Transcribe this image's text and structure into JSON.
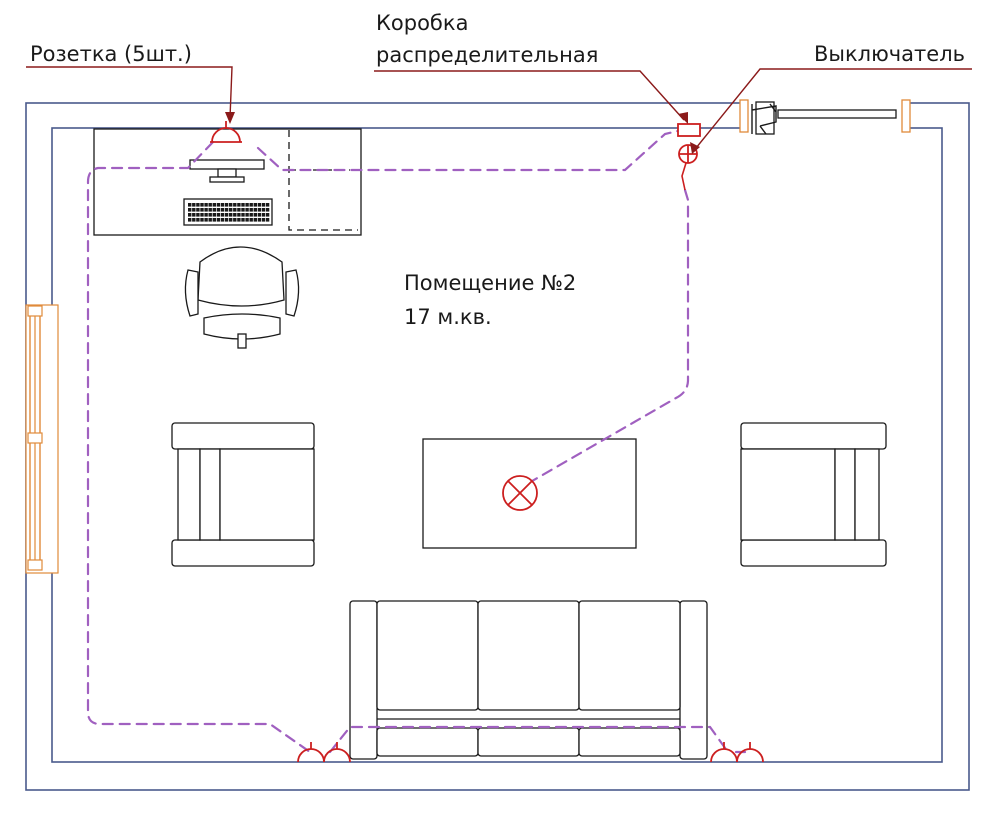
{
  "labels": {
    "socket": "Розетка (5шт.)",
    "box_line1": "Коробка",
    "box_line2": "распределительная",
    "switch": "Выключатель"
  },
  "room": {
    "name": "Помещение №2",
    "area": "17 м.кв."
  },
  "colors": {
    "wall": "#4a5a8c",
    "wire": "#a060c0",
    "electrical": "#cc1f1f",
    "leader": "#8b1a1a",
    "window_frame": "#e08a3a",
    "furniture": "#1a1a1a"
  },
  "symbols": {
    "socket_count": 5
  }
}
